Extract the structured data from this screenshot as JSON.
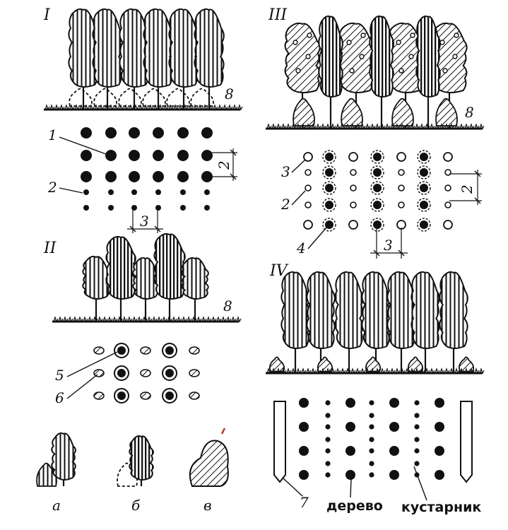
{
  "panels": {
    "p1": {
      "label": "I",
      "ground_label": "8"
    },
    "p2": {
      "label": "II",
      "ground_label": "8"
    },
    "p3": {
      "label": "III",
      "ground_label": "8"
    },
    "p4": {
      "label": "IV"
    }
  },
  "callouts": {
    "c1": "1",
    "c2": "2",
    "c3": "3",
    "c4": "4",
    "c5": "5",
    "c6": "6",
    "c7": "7"
  },
  "dimensions": {
    "p1_row": "2",
    "p1_col": "3",
    "p3_row": "2",
    "p3_col": "3"
  },
  "bottom_labels": {
    "a": "а",
    "b": "б",
    "c": "в"
  },
  "captions": {
    "tree": "дерево",
    "shrub": "кустарник"
  }
}
